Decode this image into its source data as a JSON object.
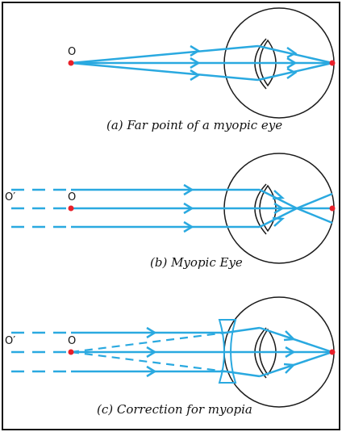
{
  "colors": {
    "ray": "#2aa9e0",
    "eye_outline": "#1a1a1a",
    "point": "#e8202a",
    "frame": "#111111"
  },
  "panels": [
    {
      "caption": "(a) Far point of a myopic eye",
      "point_label": "O"
    },
    {
      "caption": "(b) Myopic Eye",
      "point_label": "O",
      "virtual_point_label": "O′"
    },
    {
      "caption": "(c) Correction for myopia",
      "point_label": "O",
      "virtual_point_label": "O′"
    }
  ]
}
